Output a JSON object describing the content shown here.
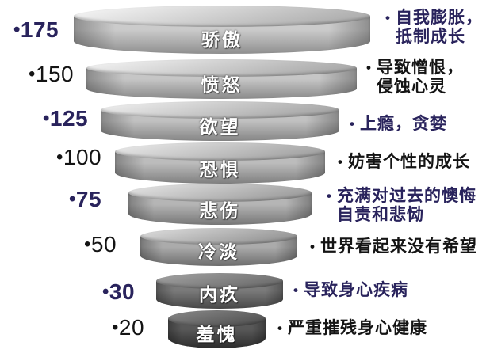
{
  "bullet": "•",
  "colors": {
    "navy": "#29235c",
    "black": "#141414",
    "disc_label": "#ffffff",
    "background": "#ffffff"
  },
  "levels": [
    {
      "value": "175",
      "highlight": true,
      "label": "骄傲",
      "desc": [
        "自我膨胀，",
        "抵制成长"
      ],
      "disc_top": [
        "#efefef",
        "#a9a9a9"
      ],
      "disc_face": [
        "#cbcbcb",
        "#8f8f8f"
      ]
    },
    {
      "value": "150",
      "highlight": false,
      "label": "愤怒",
      "desc": [
        "导致憎恨，",
        "侵蚀心灵"
      ],
      "disc_top": [
        "#ececec",
        "#a5a5a5"
      ],
      "disc_face": [
        "#c6c6c6",
        "#8a8a8a"
      ]
    },
    {
      "value": "125",
      "highlight": true,
      "label": "欲望",
      "desc": [
        "上瘾，贪婪"
      ],
      "disc_top": [
        "#e8e8e8",
        "#a1a1a1"
      ],
      "disc_face": [
        "#c1c1c1",
        "#858585"
      ]
    },
    {
      "value": "100",
      "highlight": false,
      "label": "恐惧",
      "desc": [
        "妨害个性的成长"
      ],
      "disc_top": [
        "#e3e3e3",
        "#9d9d9d"
      ],
      "disc_face": [
        "#bcbcbc",
        "#7f7f7f"
      ]
    },
    {
      "value": "75",
      "highlight": true,
      "label": "悲伤",
      "desc": [
        "充满对过去的懊悔",
        "自责和悲恸"
      ],
      "disc_top": [
        "#dddddd",
        "#979797"
      ],
      "disc_face": [
        "#b5b5b5",
        "#777777"
      ]
    },
    {
      "value": "50",
      "highlight": false,
      "label": "冷淡",
      "desc": [
        "世界看起来没有希望"
      ],
      "disc_top": [
        "#d5d5d5",
        "#8f8f8f"
      ],
      "disc_face": [
        "#ababab",
        "#6d6d6d"
      ]
    },
    {
      "value": "30",
      "highlight": true,
      "label": "内疚",
      "desc": [
        "导致身心疾病"
      ],
      "disc_top": [
        "#9c9c9c",
        "#686868"
      ],
      "disc_face": [
        "#7a7a7a",
        "#474747"
      ]
    },
    {
      "value": "20",
      "highlight": false,
      "label": "羞愧",
      "desc": [
        "严重摧残身心健康"
      ],
      "disc_top": [
        "#828282",
        "#4e4e4e"
      ],
      "disc_face": [
        "#585858",
        "#2c2c2c"
      ]
    }
  ]
}
